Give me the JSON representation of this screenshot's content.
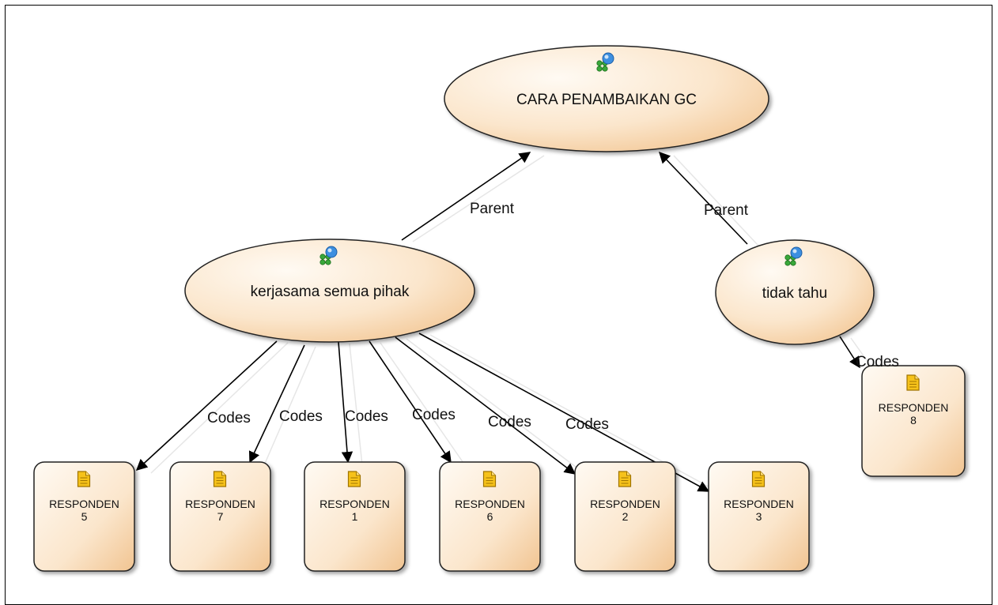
{
  "diagram": {
    "nodes": [
      {
        "id": "root",
        "kind": "code",
        "label": "CARA PENAMBAIKAN GC"
      },
      {
        "id": "kerjasama",
        "kind": "code",
        "label": "kerjasama semua pihak"
      },
      {
        "id": "tidak",
        "kind": "code",
        "label": "tidak tahu"
      },
      {
        "id": "r5",
        "kind": "source",
        "label_line1": "RESPONDEN",
        "label_line2": "5"
      },
      {
        "id": "r7",
        "kind": "source",
        "label_line1": "RESPONDEN",
        "label_line2": "7"
      },
      {
        "id": "r1",
        "kind": "source",
        "label_line1": "RESPONDEN",
        "label_line2": "1"
      },
      {
        "id": "r6",
        "kind": "source",
        "label_line1": "RESPONDEN",
        "label_line2": "6"
      },
      {
        "id": "r2",
        "kind": "source",
        "label_line1": "RESPONDEN",
        "label_line2": "2"
      },
      {
        "id": "r3",
        "kind": "source",
        "label_line1": "RESPONDEN",
        "label_line2": "3"
      },
      {
        "id": "r8",
        "kind": "source",
        "label_line1": "RESPONDEN",
        "label_line2": "8"
      }
    ],
    "edges": [
      {
        "from": "kerjasama",
        "to": "root",
        "label": "Parent"
      },
      {
        "from": "tidak",
        "to": "root",
        "label": "Parent"
      },
      {
        "from": "kerjasama",
        "to": "r5",
        "label": "Codes"
      },
      {
        "from": "kerjasama",
        "to": "r7",
        "label": "Codes"
      },
      {
        "from": "kerjasama",
        "to": "r1",
        "label": "Codes"
      },
      {
        "from": "kerjasama",
        "to": "r6",
        "label": "Codes"
      },
      {
        "from": "kerjasama",
        "to": "r2",
        "label": "Codes"
      },
      {
        "from": "kerjasama",
        "to": "r3",
        "label": "Codes"
      },
      {
        "from": "tidak",
        "to": "r8",
        "label": "Codes"
      }
    ],
    "colors": {
      "node_fill_light": "#fdf3e6",
      "node_fill_dark": "#f6d2a8",
      "node_stroke": "#222222",
      "edge": "#000000",
      "doc_icon_fill": "#f6c21a",
      "code_icon_blue": "#3d8fe0",
      "code_icon_green": "#3aa83a"
    }
  }
}
